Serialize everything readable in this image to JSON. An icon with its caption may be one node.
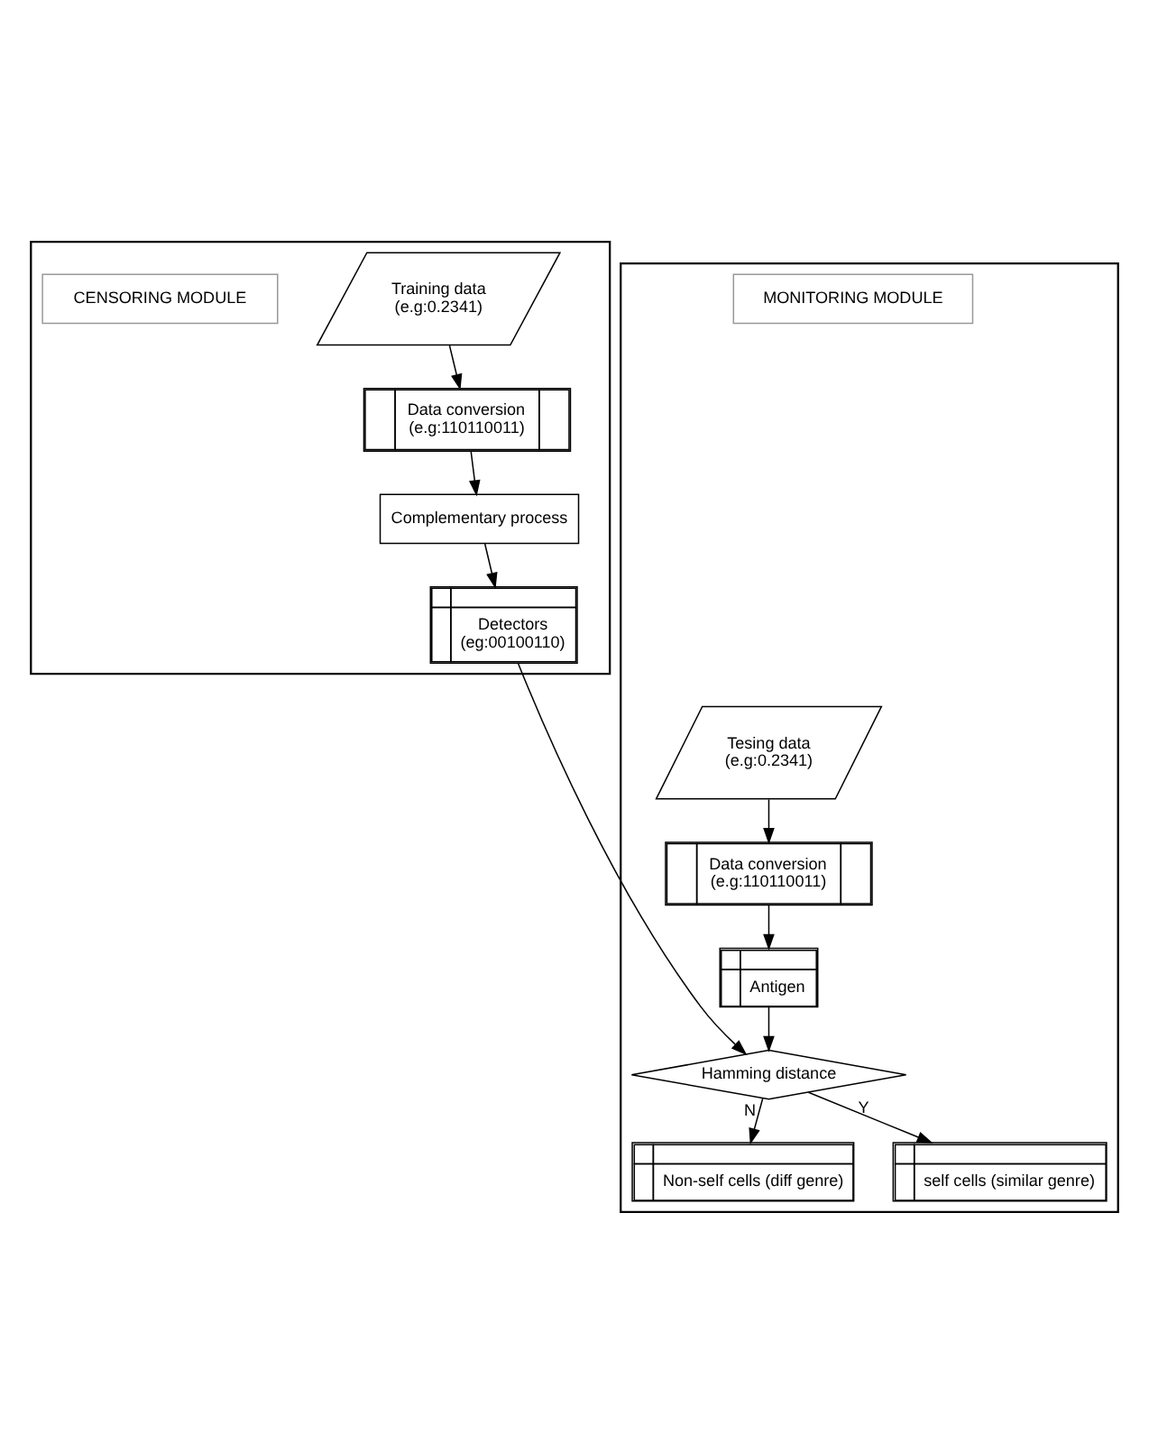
{
  "diagram": {
    "nodes": [
      {
        "text": [],
        "shape": "box"
      },
      {
        "text": [
          "Training data",
          "(e.g:0.2341)"
        ],
        "in": 0
      },
      {
        "text": [
          "CENSORING MODULE"
        ],
        "in": 0
      },
      {
        "text": [
          "Data conversion",
          "(e.g:110110011)"
        ],
        "in": 0
      },
      {
        "text": [
          "Complementary process"
        ],
        "in": 0
      },
      {
        "text": [
          "Detectors",
          "(eg:00100110)"
        ],
        "in": 0
      },
      {
        "text": [],
        "shape": "box"
      },
      {
        "text": [
          "Tesing data",
          "(e.g:0.2341)"
        ],
        "in": 6
      },
      {
        "text": [
          "Antigen"
        ],
        "in": 6
      },
      {
        "text": [
          "Hamming distance"
        ],
        "in": 6
      },
      {
        "text": [
          "Data conversion",
          "(e.g:110110011)"
        ],
        "in": 6
      },
      {
        "text": [
          "Non-self cells (diff genre)"
        ],
        "in": 6
      },
      {
        "text": [
          "self cells (similar genre)"
        ],
        "in": 6
      },
      {
        "text": [
          "MONITORING MODULE"
        ],
        "in": 6
      }
    ],
    "edges": [
      {
        "from": 1,
        "to": 3,
        "arrow": "to"
      },
      {
        "from": 3,
        "to": 4,
        "arrow": "to"
      },
      {
        "from": 4,
        "to": 5,
        "arrow": "to"
      },
      {
        "from": 5,
        "to": 9,
        "arrow": "to"
      },
      {
        "from": 7,
        "to": 10,
        "arrow": "to"
      },
      {
        "from": 10,
        "to": 8,
        "arrow": "to"
      },
      {
        "from": 8,
        "to": 9,
        "arrow": "to"
      },
      {
        "from": 9,
        "to": 11,
        "label": "N",
        "arrow": "to"
      },
      {
        "from": 9,
        "to": 12,
        "label": "Y",
        "arrow": "to"
      }
    ]
  }
}
